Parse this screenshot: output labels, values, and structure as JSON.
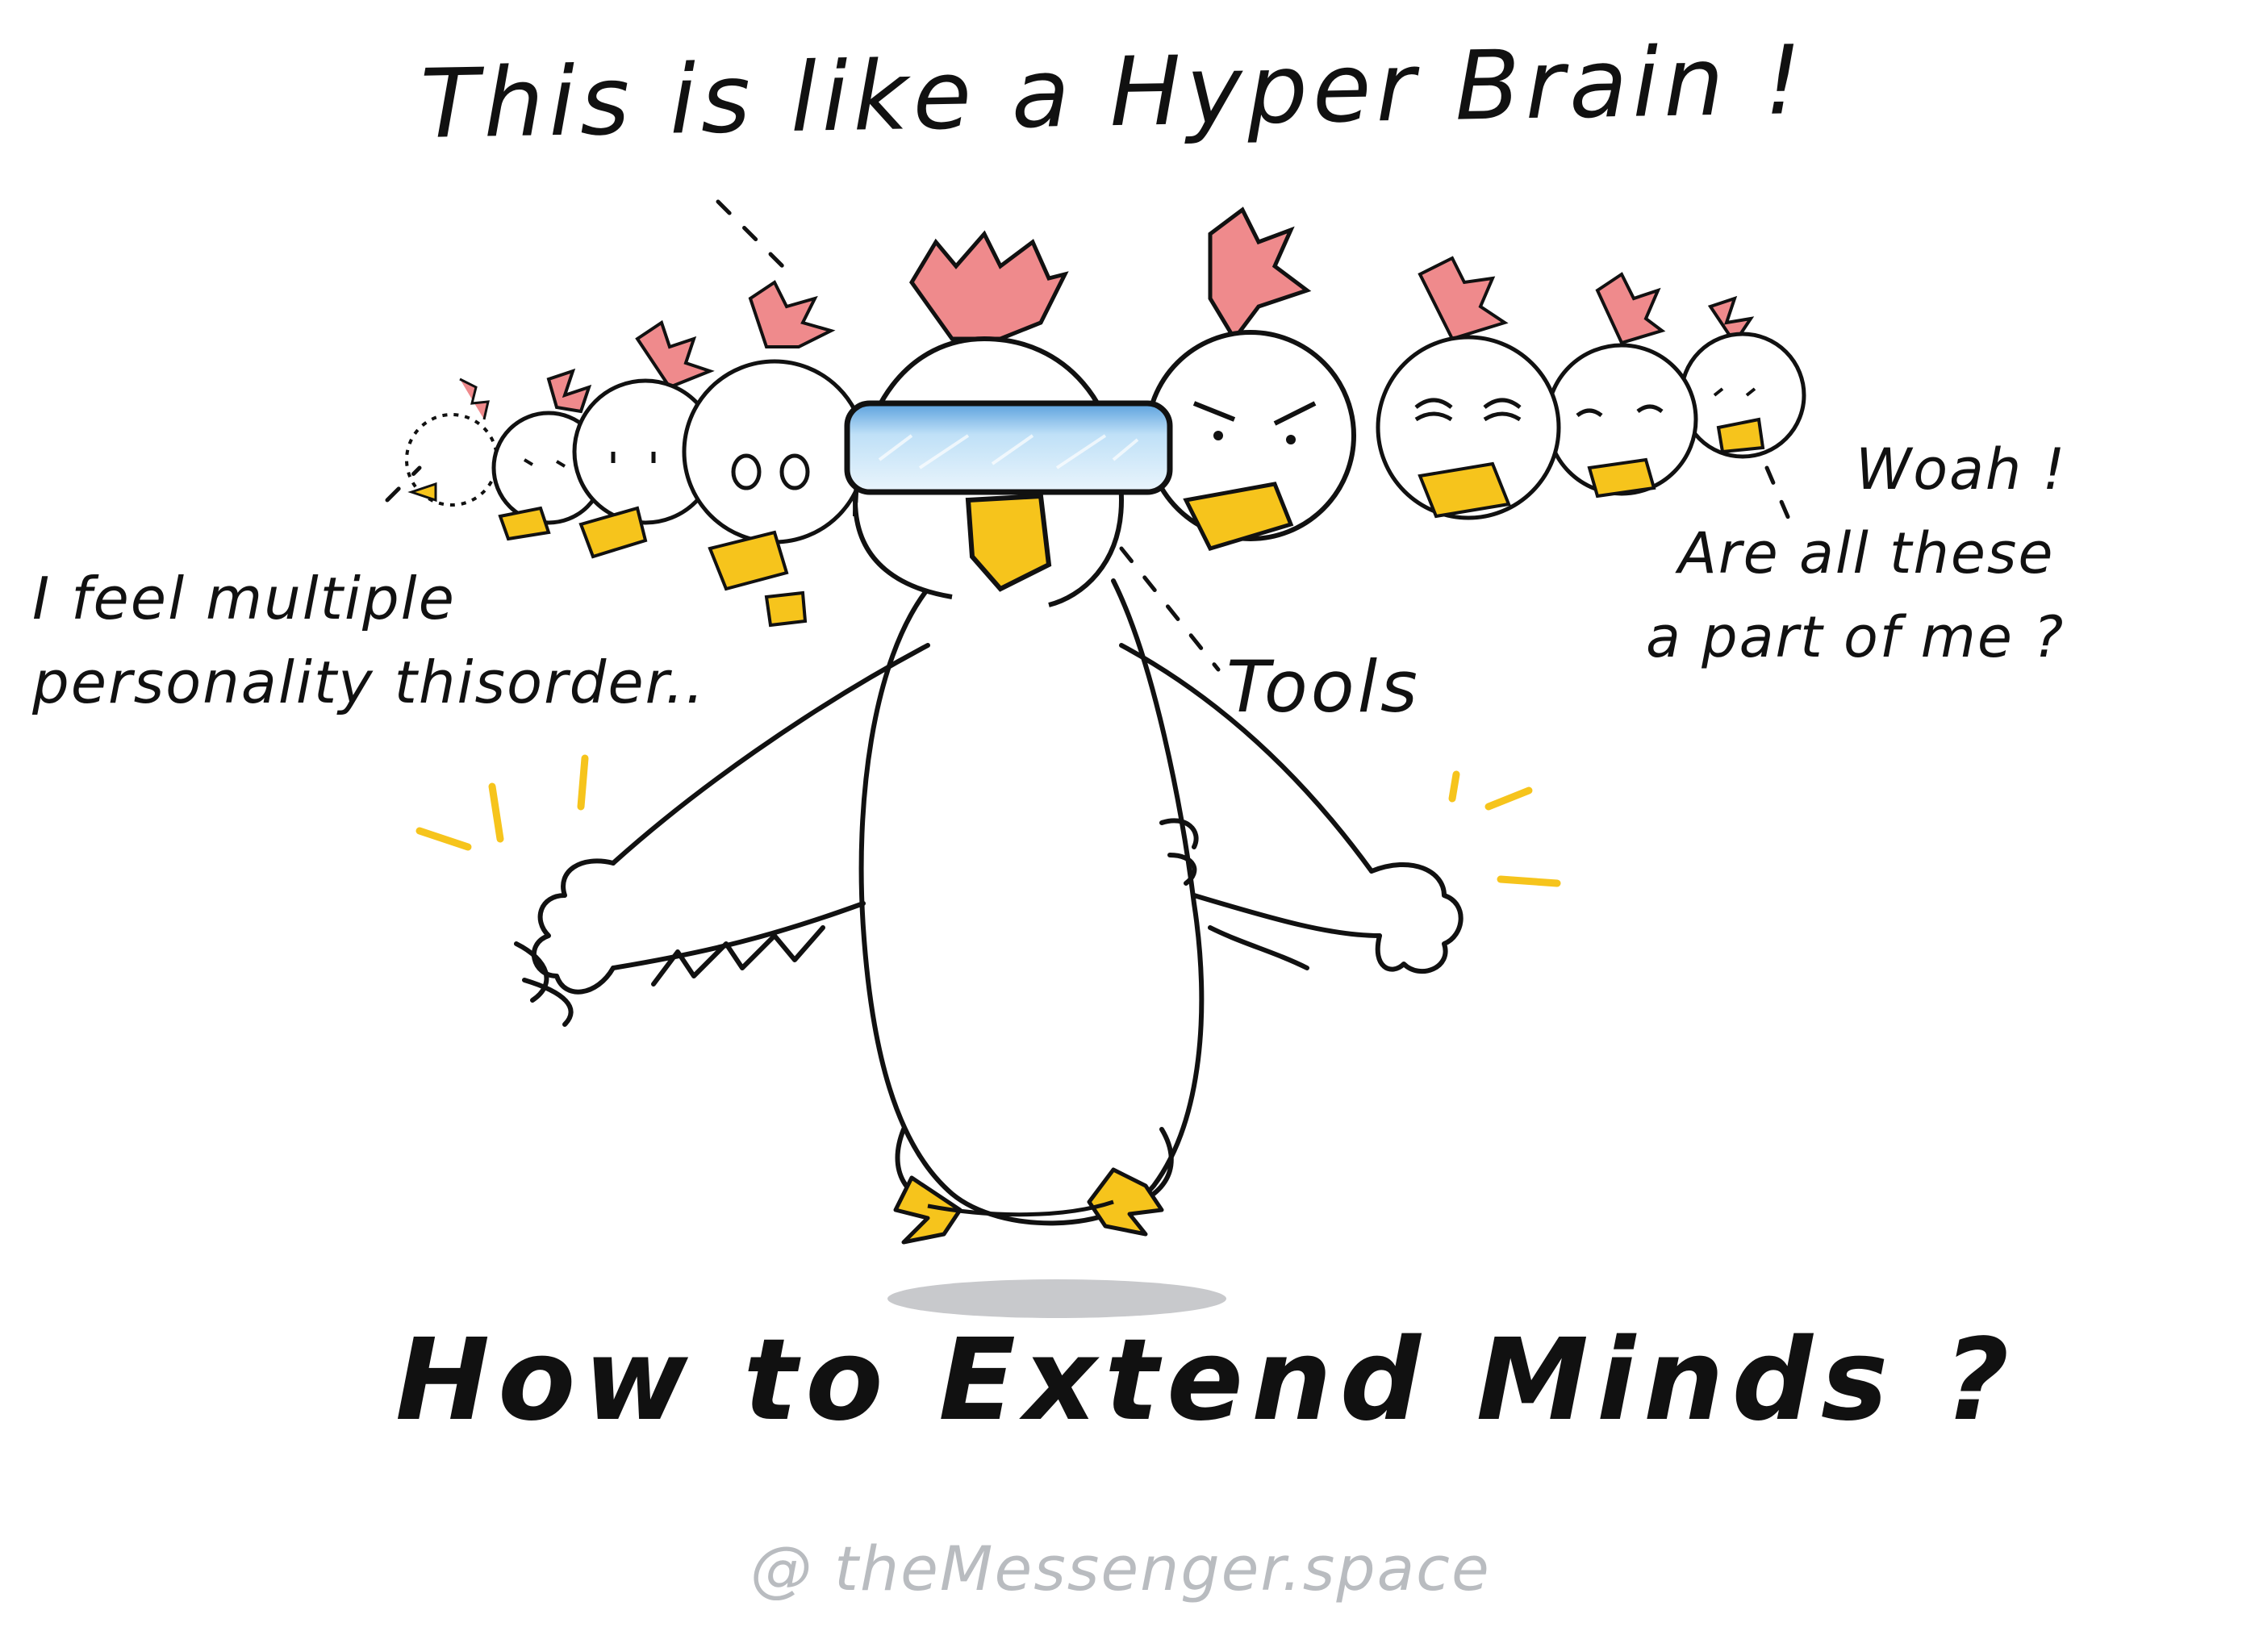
{
  "speech": {
    "headline": "This is like a Hyper Brain !",
    "left_note": [
      "I feel multiple",
      "personality thisorder.."
    ],
    "tools_label": "Tools",
    "right_note": [
      "Woah !",
      "Are all these",
      "a part of me ?"
    ]
  },
  "title": "How to Extend Minds ?",
  "credit": "@ theMessenger.space",
  "colors": {
    "ink": "#111111",
    "beak": "#f6c41c",
    "comb": "#ef8a8c",
    "visor": "#7fb6e6",
    "shadow": "#c8c9cc",
    "credit": "#b9bcc0"
  }
}
